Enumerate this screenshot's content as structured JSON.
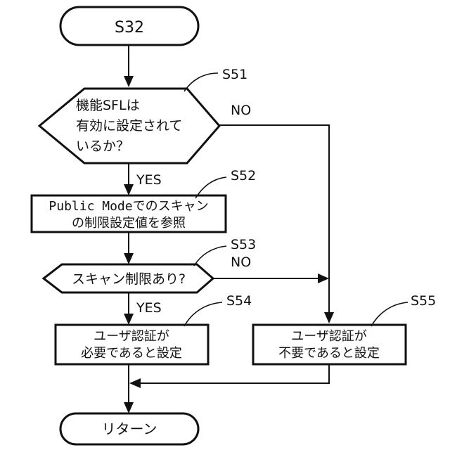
{
  "nodes": {
    "start": {
      "label": "S32"
    },
    "decision1": {
      "lines": [
        "機能SFLは",
        "有効に設定されて",
        "いるか？"
      ],
      "step": "S51",
      "no_label": "NO",
      "yes_label": "YES"
    },
    "process1": {
      "lines": [
        "Public Modeでのスキャン",
        "の制限設定値を参照"
      ],
      "step": "S52"
    },
    "decision2": {
      "label": "スキャン制限あり?",
      "step": "S53",
      "no_label": "NO",
      "yes_label": "YES"
    },
    "process2": {
      "lines": [
        "ユーザ認証が",
        "必要であると設定"
      ],
      "step": "S54"
    },
    "process3": {
      "lines": [
        "ユーザ認証が",
        "不要であると設定"
      ],
      "step": "S55"
    },
    "end": {
      "label": "リターン"
    }
  }
}
